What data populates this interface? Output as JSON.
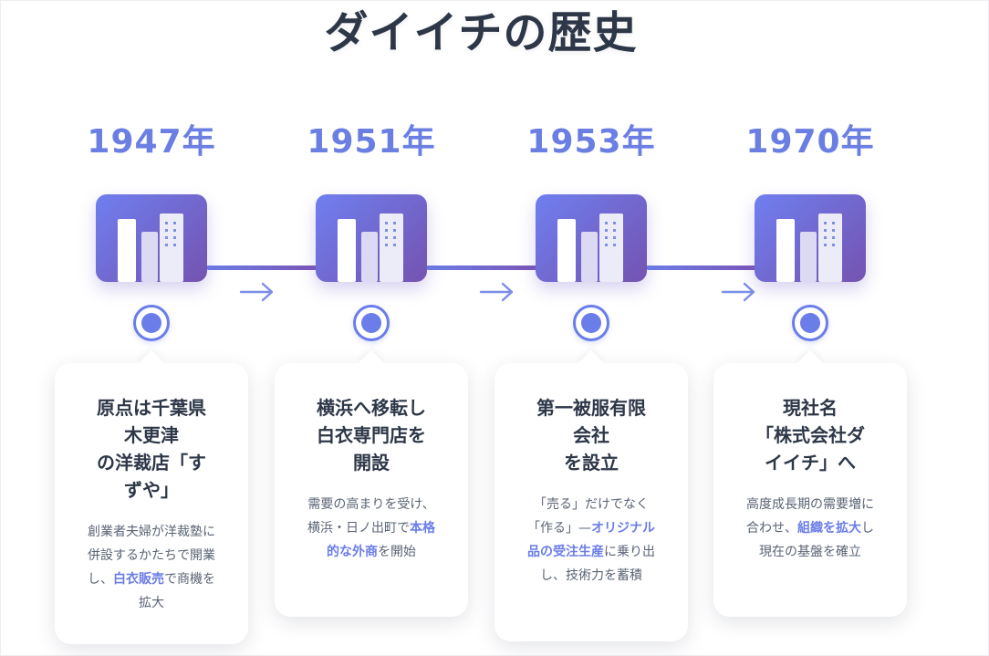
{
  "page": {
    "title": "ダイイチの歴史"
  },
  "colors": {
    "accent": "#6b7de8",
    "title": "#2d3748",
    "gradient_start": "#6f7ff0",
    "gradient_end": "#7453b0",
    "text": "#5a6475"
  },
  "timeline": [
    {
      "year": "1947年",
      "icon": "building-icon",
      "title": "原点は千葉県木更津の洋裁店「すずや」",
      "title_lines": [
        "原点は千葉県",
        "木更津",
        "の洋裁店「す",
        "ずや」"
      ],
      "desc_parts": [
        {
          "text": "創業者夫婦が洋裁塾に併設するかたちで開業し、",
          "hl": false
        },
        {
          "text": "白衣販売",
          "hl": true
        },
        {
          "text": "で商機を拡大",
          "hl": false
        }
      ]
    },
    {
      "year": "1951年",
      "icon": "building-icon",
      "title": "横浜へ移転し白衣専門店を開設",
      "title_lines": [
        "横浜へ移転し",
        "白衣専門店を",
        "開設"
      ],
      "desc_parts": [
        {
          "text": "需要の高まりを受け、横浜・日ノ出町で",
          "hl": false
        },
        {
          "text": "本格的な外商",
          "hl": true
        },
        {
          "text": "を開始",
          "hl": false
        }
      ]
    },
    {
      "year": "1953年",
      "icon": "building-icon",
      "title": "第一被服有限会社を設立",
      "title_lines": [
        "第一被服有限",
        "会社",
        "を設立"
      ],
      "desc_parts": [
        {
          "text": "「売る」だけでなく「作る」—",
          "hl": false
        },
        {
          "text": "オリジナル品の受注生産",
          "hl": true
        },
        {
          "text": "に乗り出し、技術力を蓄積",
          "hl": false
        }
      ]
    },
    {
      "year": "1970年",
      "icon": "building-icon",
      "title": "現社名「株式会社ダイイチ」へ",
      "title_lines": [
        "現社名",
        "「株式会社ダ",
        "イイチ」へ"
      ],
      "desc_parts": [
        {
          "text": "高度成長期の需要増に合わせ、",
          "hl": false
        },
        {
          "text": "組織を拡大",
          "hl": true
        },
        {
          "text": "し現在の基盤を確立",
          "hl": false
        }
      ]
    }
  ],
  "arrows": [
    "right-arrow-icon",
    "right-arrow-icon",
    "right-arrow-icon"
  ]
}
